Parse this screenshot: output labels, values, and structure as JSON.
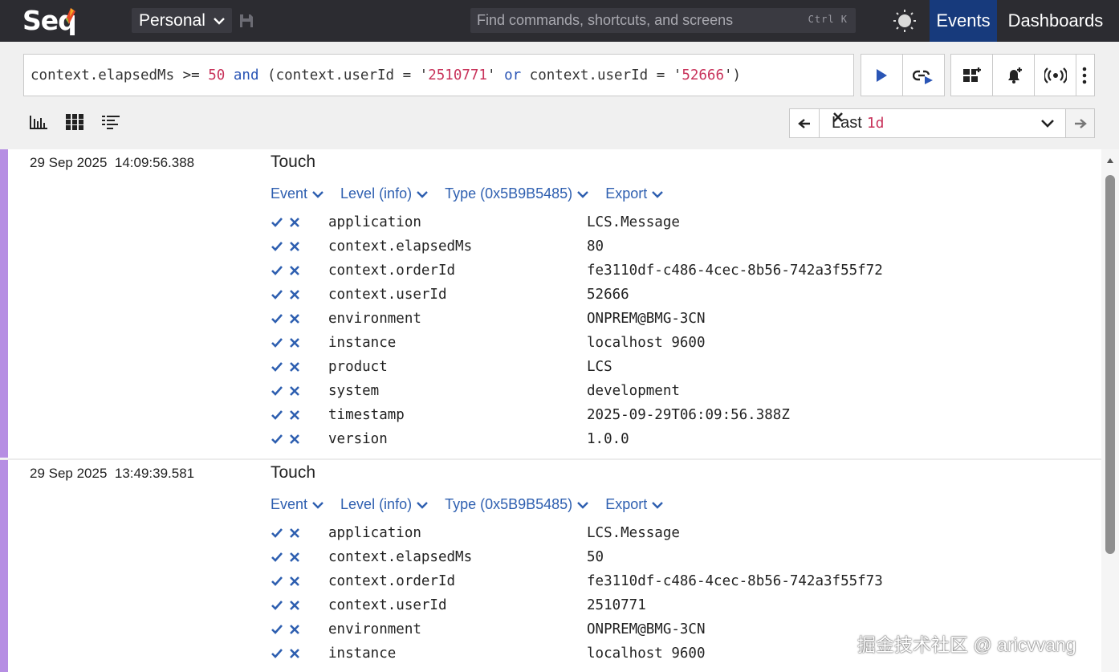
{
  "topbar": {
    "logo": "Seq",
    "workspace": "Personal",
    "search_placeholder": "Find commands, shortcuts, and screens",
    "search_shortcut": "Ctrl K",
    "nav": [
      "Events",
      "Dashboards"
    ],
    "active_nav": "Events"
  },
  "query": {
    "text_parts": [
      {
        "t": "context.elapsedMs >= ",
        "c": "plain"
      },
      {
        "t": "50",
        "c": "num"
      },
      {
        "t": " and ",
        "c": "kw"
      },
      {
        "t": "(context.userId = '",
        "c": "plain"
      },
      {
        "t": "2510771",
        "c": "str"
      },
      {
        "t": "' ",
        "c": "plain"
      },
      {
        "t": "or",
        "c": "kw"
      },
      {
        "t": " context.userId = '",
        "c": "plain"
      },
      {
        "t": "52666",
        "c": "str"
      },
      {
        "t": "')",
        "c": "plain"
      }
    ]
  },
  "time_range": {
    "label": "Last",
    "duration": "1d"
  },
  "events": [
    {
      "timestamp": "29 Sep 2025  14:09:56.388",
      "message": "Touch",
      "menus": [
        "Event",
        "Level (info)",
        "Type (0x5B9B5485)",
        "Export"
      ],
      "properties": [
        {
          "name": "application",
          "value": "LCS.Message"
        },
        {
          "name": "context.elapsedMs",
          "value": "80"
        },
        {
          "name": "context.orderId",
          "value": "fe3110df-c486-4cec-8b56-742a3f55f72"
        },
        {
          "name": "context.userId",
          "value": "52666"
        },
        {
          "name": "environment",
          "value": "ONPREM@BMG-3CN"
        },
        {
          "name": "instance",
          "value": "localhost 9600"
        },
        {
          "name": "product",
          "value": "LCS"
        },
        {
          "name": "system",
          "value": "development"
        },
        {
          "name": "timestamp",
          "value": "2025-09-29T06:09:56.388Z"
        },
        {
          "name": "version",
          "value": "1.0.0"
        }
      ]
    },
    {
      "timestamp": "29 Sep 2025  13:49:39.581",
      "message": "Touch",
      "menus": [
        "Event",
        "Level (info)",
        "Type (0x5B9B5485)",
        "Export"
      ],
      "properties": [
        {
          "name": "application",
          "value": "LCS.Message"
        },
        {
          "name": "context.elapsedMs",
          "value": "50"
        },
        {
          "name": "context.orderId",
          "value": "fe3110df-c486-4cec-8b56-742a3f55f73"
        },
        {
          "name": "context.userId",
          "value": "2510771"
        },
        {
          "name": "environment",
          "value": "ONPREM@BMG-3CN"
        },
        {
          "name": "instance",
          "value": "localhost 9600"
        }
      ]
    }
  ],
  "watermark": "掘金技术社区 @ aricvvang",
  "colors": {
    "topbar": "#2c2c31",
    "active_nav": "#173a7c",
    "link": "#2e5fb0",
    "level_bar": "#b68ee3",
    "literal": "#c8325a",
    "keyword": "#2a55b5"
  }
}
